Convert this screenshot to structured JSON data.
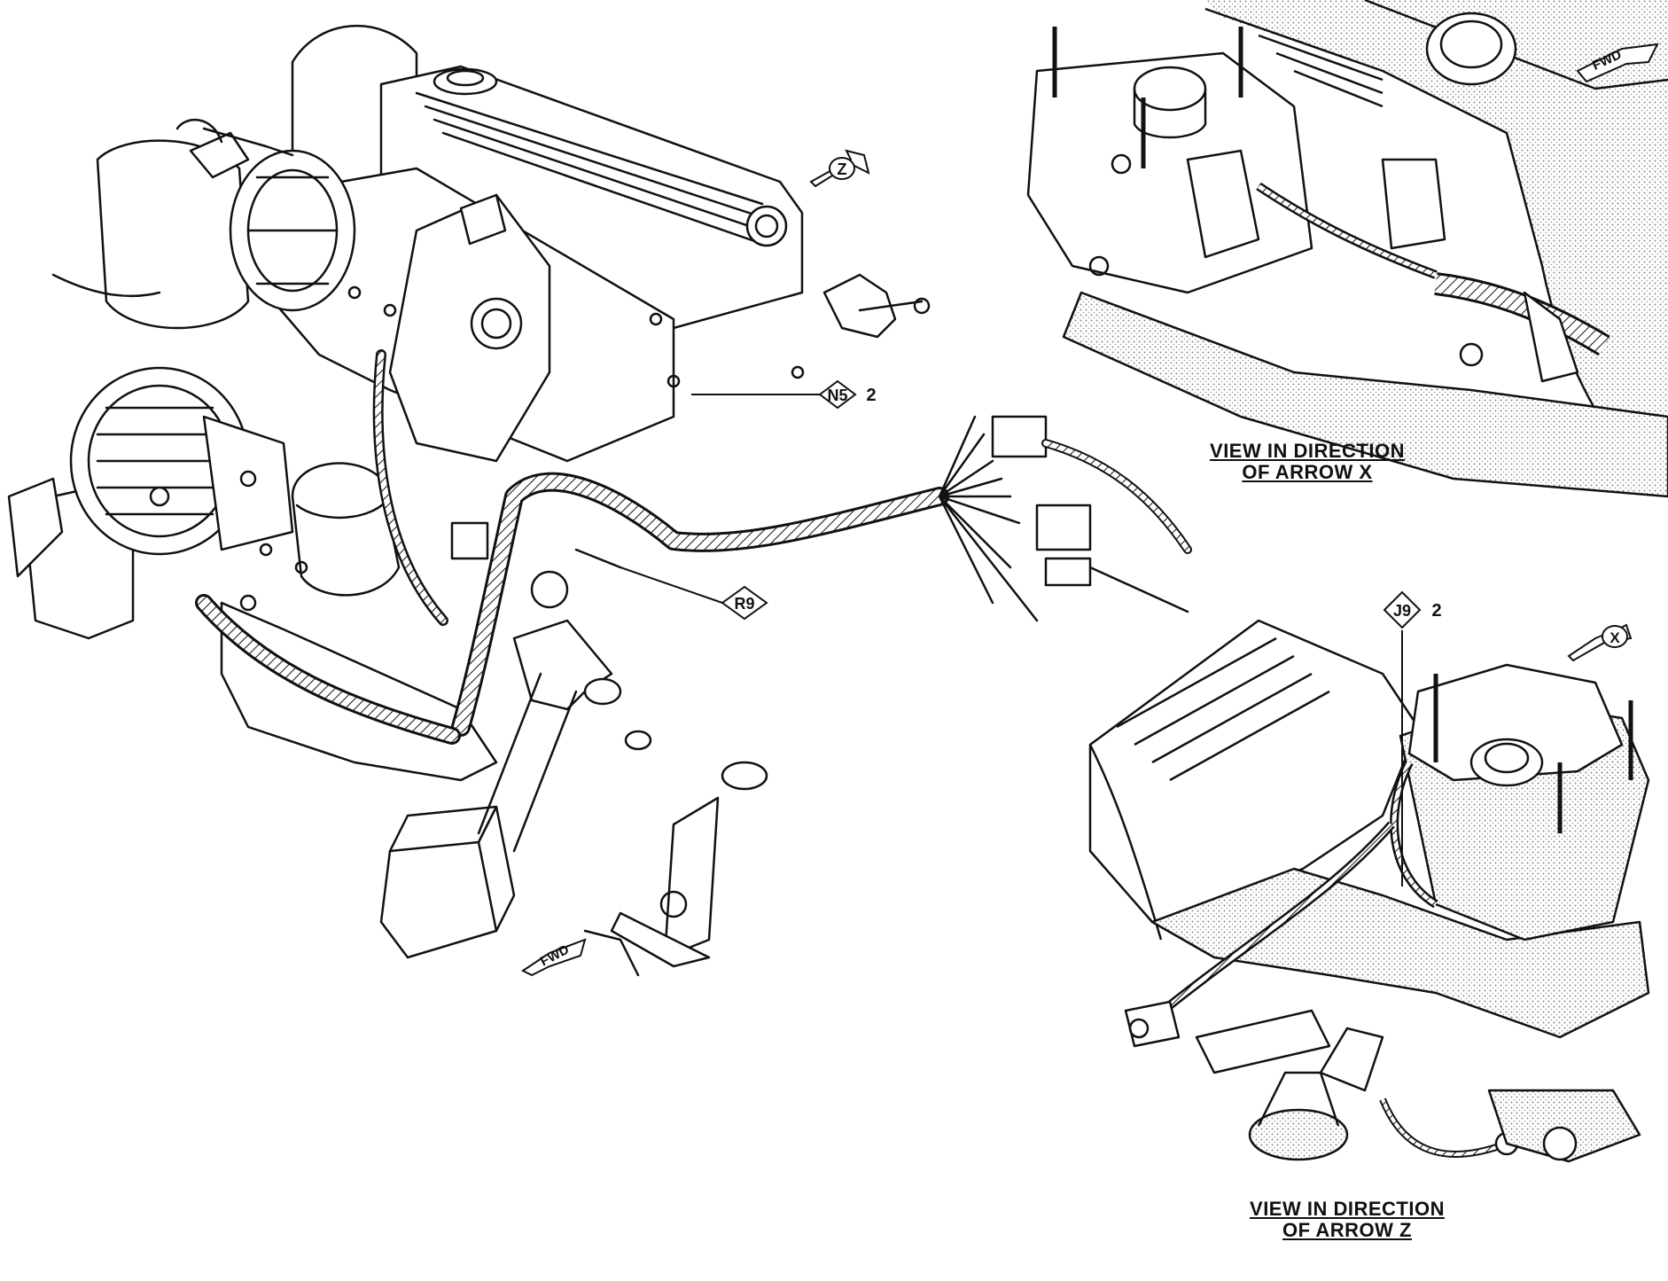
{
  "captions": {
    "view_x": {
      "line1": "VIEW IN DIRECTION",
      "line2": "OF ARROW X"
    },
    "view_z": {
      "line1": "VIEW IN DIRECTION",
      "line2": "OF ARROW Z"
    }
  },
  "callouts": {
    "n5": {
      "code": "N5",
      "num": "2"
    },
    "r9": {
      "code": "R9"
    },
    "j9": {
      "code": "J9",
      "num": "2"
    }
  },
  "arrows": {
    "z": "Z",
    "x": "X",
    "fwd_main": "FWD",
    "fwd_view_x": "FWD"
  },
  "colors": {
    "line": "#111111",
    "shade": "#bdbdbd",
    "background": "#ffffff"
  }
}
